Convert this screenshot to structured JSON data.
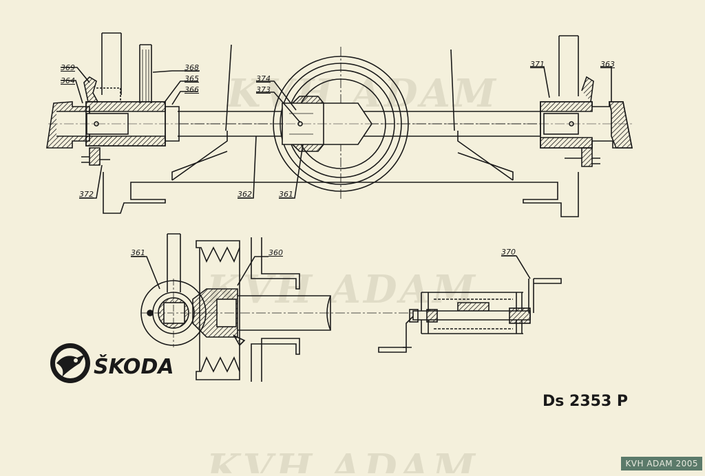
{
  "watermark": {
    "text": "KVH ADAM"
  },
  "callouts": {
    "c369": "369",
    "c364": "364",
    "c368": "368",
    "c365": "365",
    "c366": "366",
    "c374": "374",
    "c373": "373",
    "c371": "371",
    "c363": "363",
    "c372": "372",
    "c362": "362",
    "c361": "361",
    "c361b": "361",
    "c360": "360",
    "c370": "370"
  },
  "brand": {
    "name": "ŠKODA",
    "logo_icon": "skoda-winged-arrow-icon"
  },
  "drawing_number": "Ds 2353 P",
  "stamp": "KVH ADAM 2005",
  "colors": {
    "paper": "#f4f0dc",
    "ink": "#1a1a1a",
    "stamp_bg": "#5b7a6a"
  }
}
